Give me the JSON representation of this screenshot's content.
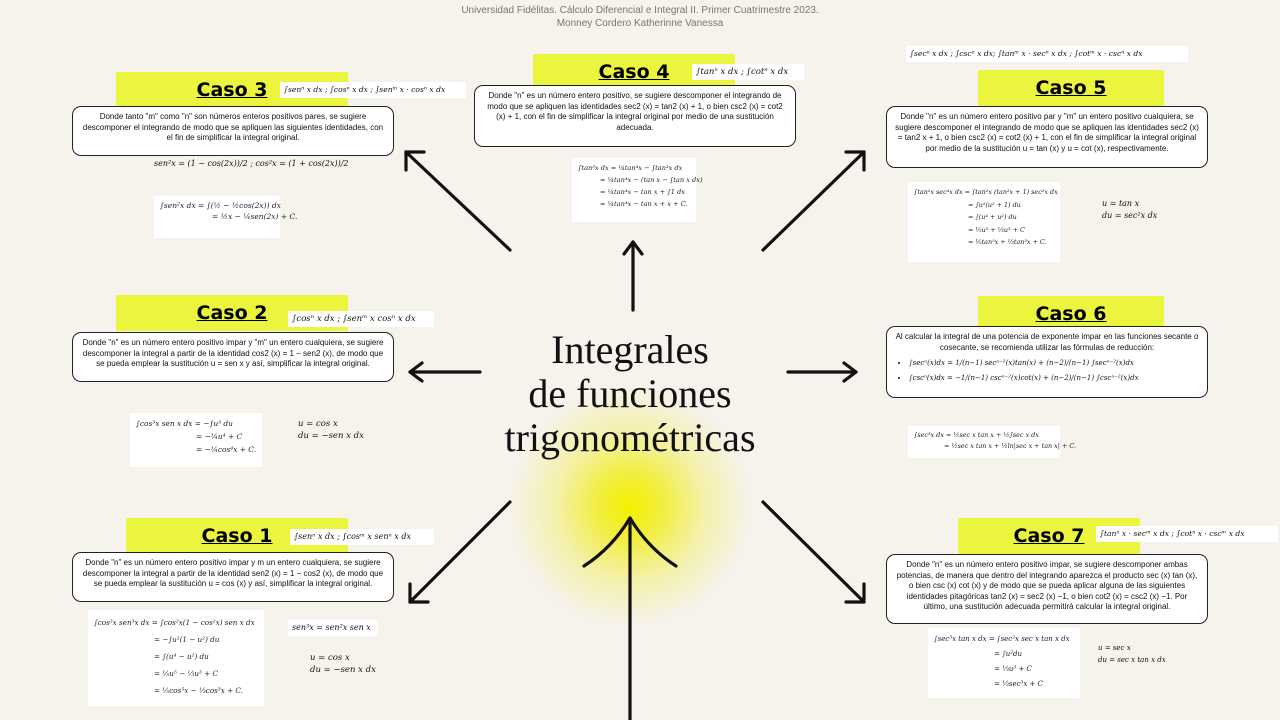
{
  "header": {
    "line1": "Universidad Fidélitas. Cálculo Diferencial e Integral II. Primer Cuatrimestre 2023.",
    "line2": "Monney Cordero Katherinne Vanessa"
  },
  "title": [
    "Integrales",
    "de funciones",
    "trigonométricas"
  ],
  "caso3": {
    "label": "Caso 3",
    "formula": "∫senⁿ x dx  ;  ∫cosⁿ x dx  ;  ∫senᵐ x · cosⁿ x dx",
    "text": "Donde tanto \"m\" como \"n\" son números enteros positivos pares, se sugiere descomponer el integrando de modo que se apliquen las siguientes identidades, con el fin de simplificar la integral original.",
    "identity": "sen²x = (1 − cos(2x))/2  ;  cos²x = (1 + cos(2x))/2",
    "example": [
      "∫sen²x dx = ∫(½ − ½cos(2x)) dx",
      "= ½x − ¼sen(2x) + C."
    ]
  },
  "caso4": {
    "label": "Caso 4",
    "formula": "∫tanⁿ x dx  ;  ∫cotⁿ x dx",
    "text": "Donde \"n\" es un número entero positivo, se sugiere descomponer el integrando de modo que se apliquen las identidades sec2 (x) = tan2 (x) + 1, o bien csc2 (x) = cot2 (x) + 1, con el fin de simplificar la integral original por medio de una sustitución adecuada.",
    "example": [
      "∫tan⁵x dx = ¼tan⁴x − ∫tan³x dx",
      "= ¼tan⁴x − (tan x − ∫tan x dx)",
      "= ¼tan⁴x − tan x + ∫1 dx",
      "= ¼tan⁴x − tan x + x + C."
    ]
  },
  "caso5": {
    "label": "Caso 5",
    "formula": "∫secⁿ x dx  ;  ∫cscⁿ x dx; ∫tanᵐ x · secⁿ x dx  ;  ∫cotᵐ x · cscⁿ x dx",
    "text": "Donde \"n\" es un número entero positivo par y \"m\" un entero positivo cualquiera, se sugiere descomponer el integrando de modo que se apliquen las identidades sec2 (x) = tan2 x + 1, o bien csc2 (x) = cot2 (x) + 1, con el fin de simplificar la integral original por medio de la sustitución u = tan (x) y u = cot (x), respectivamente.",
    "example": [
      "∫tan²x sec⁴x dx = ∫tan²x (tan²x + 1) sec²x dx",
      "= ∫u²(u² + 1) du",
      "= ∫(u⁴ + u²) du",
      "= ⅕u⁵ + ⅓u³ + C",
      "= ⅕tan⁵x + ⅓tan³x + C."
    ],
    "sub": [
      "u = tan x",
      "du = sec²x dx"
    ]
  },
  "caso2": {
    "label": "Caso 2",
    "formula": "∫cosⁿ x dx  ;  ∫senᵐ x cosⁿ x dx",
    "text": "Donde \"n\" es un número entero positivo impar y \"m\" un entero cualquiera, se sugiere descomponer la integral a partir de la identidad cos2 (x) = 1 − sen2 (x), de modo que se pueda emplear la sustitución u = sen x y así, simplificar la integral original.",
    "example": [
      "∫cos³x sen x dx = −∫u³ du",
      "= −¼u⁴ + C",
      "= −¼cos⁴x + C."
    ],
    "sub": [
      "u = cos x",
      "du = −sen x dx"
    ]
  },
  "caso6": {
    "label": "Caso 6",
    "text": "Al calcular la integral de una potencia de exponente impar en las funciones secante o cosecante, se recomienda utilizar las fórmulas de reducción:",
    "formulas": [
      "∫secⁿ(x)dx = 1/(n−1) secⁿ⁻²(x)tan(x) + (n−2)/(n−1) ∫secⁿ⁻²(x)dx",
      "∫cscⁿ(x)dx = −1/(n−1) cscⁿ⁻²(x)cot(x) + (n−2)/(n−1) ∫cscⁿ⁻²(x)dx"
    ],
    "example": [
      "∫sec³x dx = ½sec x tan x + ½∫sec x dx",
      "= ½sec x tan x + ½ln|sec x + tan x| + C."
    ]
  },
  "caso1": {
    "label": "Caso 1",
    "formula": "∫senⁿ x dx  ;  ∫cosᵐ x senⁿ x dx",
    "text": "Donde \"n\" es un número entero positivo impar y m un entero cualquiera, se sugiere descomponer la integral a partir de la identidad sen2 (x) = 1 − cos2 (x), de modo que se pueda emplear la sustitución u = cos (x) y así, simplificar la integral original.",
    "example": [
      "∫cos²x sen³x dx = ∫cos²x(1 − cos²x) sen x dx",
      "= −∫u²(1 − u²) du",
      "= ∫(u⁴ − u²) du",
      "= ⅕u⁵ − ⅓u³ + C",
      "= ⅕cos⁵x − ⅓cos³x + C."
    ],
    "identity": "sen³x = sen²x sen x",
    "sub": [
      "u = cos x",
      "du = −sen x dx"
    ]
  },
  "caso7": {
    "label": "Caso 7",
    "formula": "∫tanⁿ x · secᵐ x dx  ;  ∫cotⁿ x · cscᵐ x dx",
    "text": "Donde \"n\" es un número entero positivo impar, se sugiere descomponer ambas potencias, de manera que dentro del integrando aparezca el producto sec (x) tan (x), o bien csc (x) cot (x) y de modo que se pueda aplicar alguna de las siguientes identidades pitagóricas tan2 (x) = sec2 (x) −1, o bien cot2 (x) = csc2 (x) −1. Por último, una sustitución adecuada permitirá calcular la integral original.",
    "example": [
      "∫sec³x tan x dx = ∫sec²x sec x tan x dx",
      "= ∫u²du",
      "= ⅓u³ + C",
      "= ⅓sec³x + C"
    ],
    "sub": [
      "u = sec x",
      "du = sec x tan x dx"
    ]
  },
  "colors": {
    "accent": "#ecf53d",
    "background": "#f6f2ec",
    "glow": "#f4f000"
  }
}
